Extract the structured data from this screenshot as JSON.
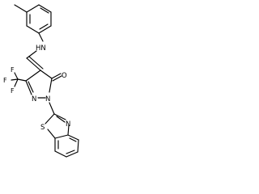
{
  "molecule": {
    "atoms": {
      "nh": "HN",
      "f1": "F",
      "f2": "F",
      "f3": "F",
      "n_ring": "N",
      "n_ring2": "N",
      "o": "O",
      "s": "S",
      "n_thiazole": "N"
    }
  }
}
